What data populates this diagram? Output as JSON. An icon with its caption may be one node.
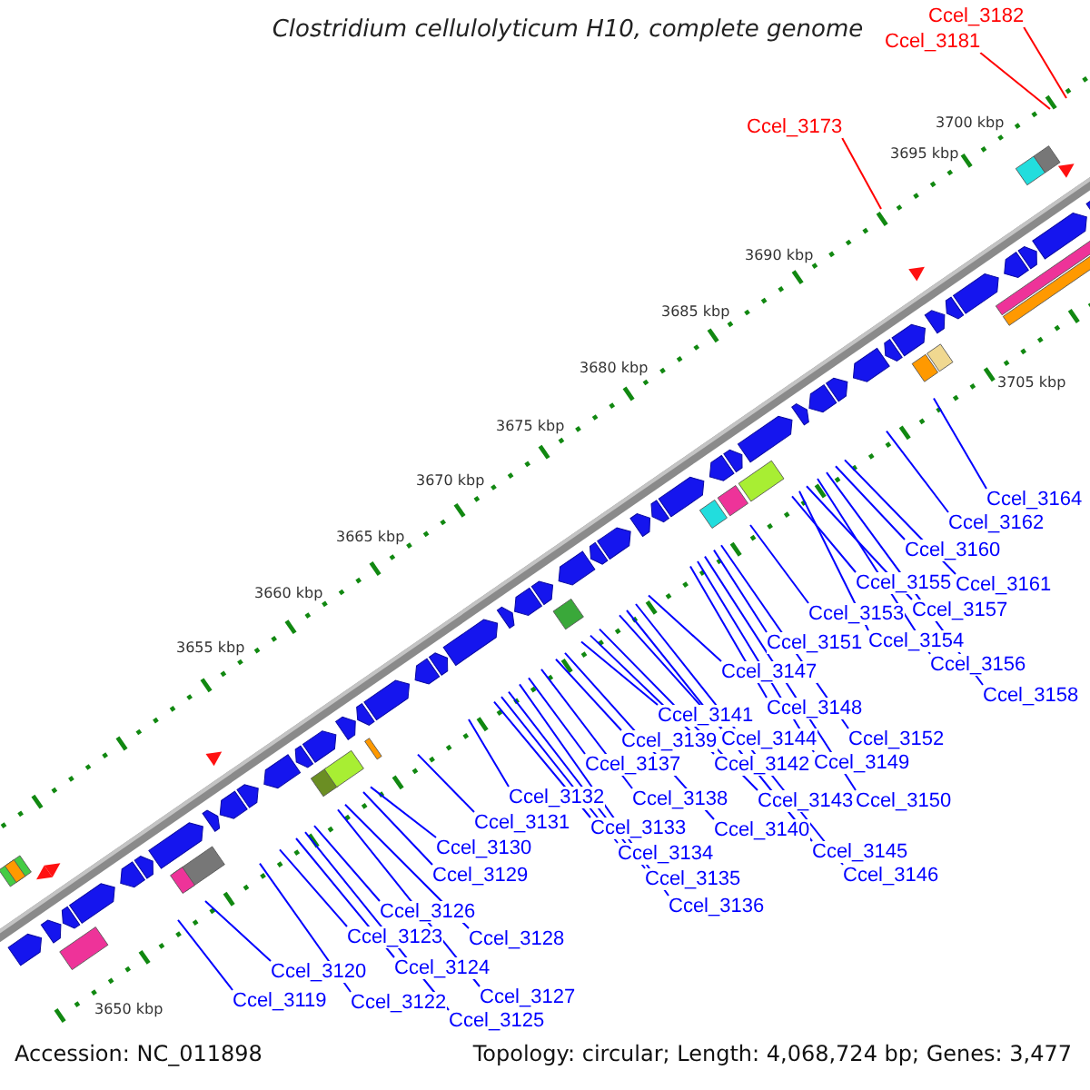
{
  "diagram": {
    "title": "Clostridium cellulolyticum H10, complete genome",
    "nodes": [
      {
        "text": [
          "Ccel_3182"
        ]
      },
      {
        "text": [
          "Ccel_3181"
        ]
      },
      {
        "text": [
          "Ccel_3173"
        ]
      },
      {
        "text": [
          "Ccel_3164"
        ]
      },
      {
        "text": [
          "Ccel_3162"
        ]
      },
      {
        "text": [
          "Ccel_3160"
        ]
      },
      {
        "text": [
          "Ccel_3155"
        ]
      },
      {
        "text": [
          "Ccel_3161"
        ]
      },
      {
        "text": [
          "Ccel_3157"
        ]
      },
      {
        "text": [
          "Ccel_3153"
        ]
      },
      {
        "text": [
          "Ccel_3154"
        ]
      },
      {
        "text": [
          "Ccel_3151"
        ]
      },
      {
        "text": [
          "Ccel_3156"
        ]
      },
      {
        "text": [
          "Ccel_3147"
        ]
      },
      {
        "text": [
          "Ccel_3158"
        ]
      },
      {
        "text": [
          "Ccel_3148"
        ]
      },
      {
        "text": [
          "Ccel_3141"
        ]
      },
      {
        "text": [
          "Ccel_3144"
        ]
      },
      {
        "text": [
          "Ccel_3152"
        ]
      },
      {
        "text": [
          "Ccel_3139"
        ]
      },
      {
        "text": [
          "Ccel_3137"
        ]
      },
      {
        "text": [
          "Ccel_3142"
        ]
      },
      {
        "text": [
          "Ccel_3149"
        ]
      },
      {
        "text": [
          "Ccel_3132"
        ]
      },
      {
        "text": [
          "Ccel_3138"
        ]
      },
      {
        "text": [
          "Ccel_3143"
        ]
      },
      {
        "text": [
          "Ccel_3150"
        ]
      },
      {
        "text": [
          "Ccel_3131"
        ]
      },
      {
        "text": [
          "Ccel_3133"
        ]
      },
      {
        "text": [
          "Ccel_3140"
        ]
      },
      {
        "text": [
          "Ccel_3130"
        ]
      },
      {
        "text": [
          "Ccel_3145"
        ]
      },
      {
        "text": [
          "Ccel_3134"
        ]
      },
      {
        "text": [
          "Ccel_3129"
        ]
      },
      {
        "text": [
          "Ccel_3146"
        ]
      },
      {
        "text": [
          "Ccel_3135"
        ]
      },
      {
        "text": [
          "Ccel_3136"
        ]
      },
      {
        "text": [
          "Ccel_3126"
        ]
      },
      {
        "text": [
          "Ccel_3123"
        ]
      },
      {
        "text": [
          "Ccel_3128"
        ]
      },
      {
        "text": [
          "Ccel_3124"
        ]
      },
      {
        "text": [
          "Ccel_3120"
        ]
      },
      {
        "text": [
          "Ccel_3127"
        ]
      },
      {
        "text": [
          "Ccel_3119"
        ]
      },
      {
        "text": [
          "Ccel_3122"
        ]
      },
      {
        "text": [
          "Ccel_3125"
        ]
      }
    ],
    "edges": [
      {
        "from": 0,
        "to": null,
        "arrow": "none",
        "color": "#ff0000"
      },
      {
        "from": 1,
        "to": null,
        "arrow": "none",
        "color": "#ff0000"
      },
      {
        "from": 2,
        "to": null,
        "arrow": "none",
        "color": "#ff0000"
      },
      {
        "from": 3,
        "to": null,
        "arrow": "none"
      },
      {
        "from": 4,
        "to": null,
        "arrow": "none"
      },
      {
        "from": 5,
        "to": null,
        "arrow": "none"
      },
      {
        "from": 6,
        "to": null,
        "arrow": "none"
      },
      {
        "from": 7,
        "to": null,
        "arrow": "none"
      },
      {
        "from": 8,
        "to": null,
        "arrow": "none"
      },
      {
        "from": 9,
        "to": null,
        "arrow": "none"
      },
      {
        "from": 10,
        "to": null,
        "arrow": "none"
      },
      {
        "from": 11,
        "to": null,
        "arrow": "none"
      },
      {
        "from": 12,
        "to": null,
        "arrow": "none"
      },
      {
        "from": 13,
        "to": null,
        "arrow": "none"
      },
      {
        "from": 14,
        "to": null,
        "arrow": "none"
      },
      {
        "from": 15,
        "to": null,
        "arrow": "none"
      },
      {
        "from": 16,
        "to": null,
        "arrow": "none"
      },
      {
        "from": 17,
        "to": null,
        "arrow": "none"
      },
      {
        "from": 18,
        "to": null,
        "arrow": "none"
      },
      {
        "from": 19,
        "to": null,
        "arrow": "none"
      },
      {
        "from": 20,
        "to": null,
        "arrow": "none"
      },
      {
        "from": 21,
        "to": null,
        "arrow": "none"
      },
      {
        "from": 22,
        "to": null,
        "arrow": "none"
      },
      {
        "from": 23,
        "to": null,
        "arrow": "none"
      },
      {
        "from": 24,
        "to": null,
        "arrow": "none"
      },
      {
        "from": 25,
        "to": null,
        "arrow": "none"
      },
      {
        "from": 26,
        "to": null,
        "arrow": "none"
      },
      {
        "from": 27,
        "to": null,
        "arrow": "none"
      },
      {
        "from": 28,
        "to": null,
        "arrow": "none"
      },
      {
        "from": 29,
        "to": null,
        "arrow": "none"
      },
      {
        "from": 30,
        "to": null,
        "arrow": "none"
      },
      {
        "from": 31,
        "to": null,
        "arrow": "none"
      },
      {
        "from": 32,
        "to": null,
        "arrow": "none"
      },
      {
        "from": 33,
        "to": null,
        "arrow": "none"
      },
      {
        "from": 34,
        "to": null,
        "arrow": "none"
      },
      {
        "from": 35,
        "to": null,
        "arrow": "none"
      },
      {
        "from": 36,
        "to": null,
        "arrow": "none"
      },
      {
        "from": 37,
        "to": null,
        "arrow": "none"
      },
      {
        "from": 38,
        "to": null,
        "arrow": "none"
      },
      {
        "from": 39,
        "to": null,
        "arrow": "none"
      },
      {
        "from": 40,
        "to": null,
        "arrow": "none"
      },
      {
        "from": 41,
        "to": null,
        "arrow": "none"
      },
      {
        "from": 42,
        "to": null,
        "arrow": "none"
      },
      {
        "from": 43,
        "to": null,
        "arrow": "none"
      },
      {
        "from": 44,
        "to": null,
        "arrow": "none"
      },
      {
        "from": 45,
        "to": null,
        "arrow": "none"
      }
    ],
    "labels": [
      "3705 kbp",
      "3700 kbp",
      "3695 kbp",
      "3690 kbp",
      "3685 kbp",
      "3680 kbp",
      "3675 kbp",
      "3670 kbp",
      "3665 kbp",
      "3660 kbp",
      "3655 kbp",
      "3650 kbp",
      "Accession: NC_011898",
      "Topology: circular; Length: 4,068,724 bp; Genes: 3,477"
    ]
  }
}
